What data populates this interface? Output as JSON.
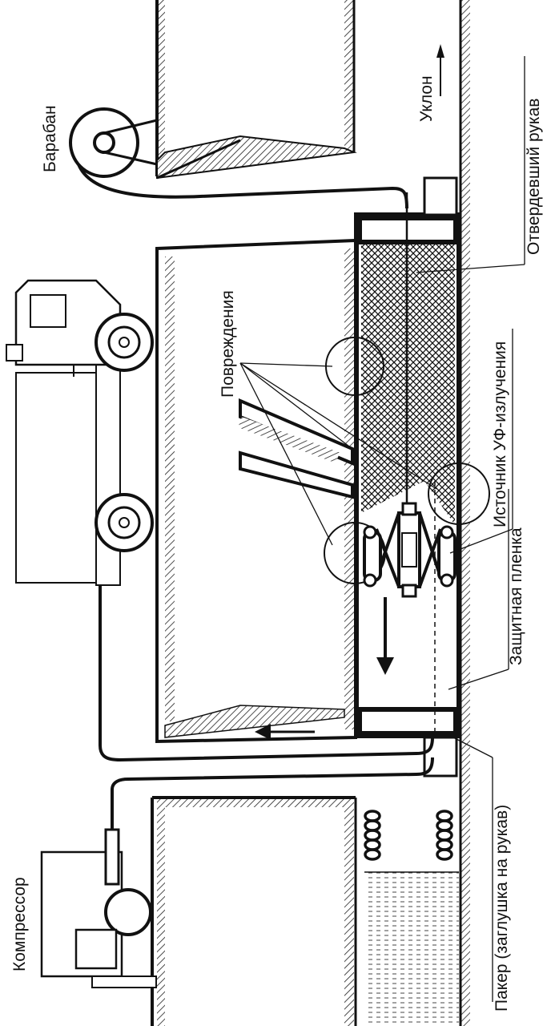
{
  "labels": {
    "drum": "Барабан",
    "slope": "Уклон",
    "cured_hose": "Отвердевший рукав",
    "damages": "Повреждения",
    "uv_source": "Источник УФ-излучения",
    "protective_film": "Защитная пленка",
    "packer": "Пакер (заглушка на рукав)",
    "compressor": "Компрессор"
  },
  "colors": {
    "ink": "#111111",
    "background": "#ffffff"
  },
  "icons": [
    "truck-icon",
    "compressor-icon",
    "uv-lamp-icon",
    "drum-icon"
  ]
}
